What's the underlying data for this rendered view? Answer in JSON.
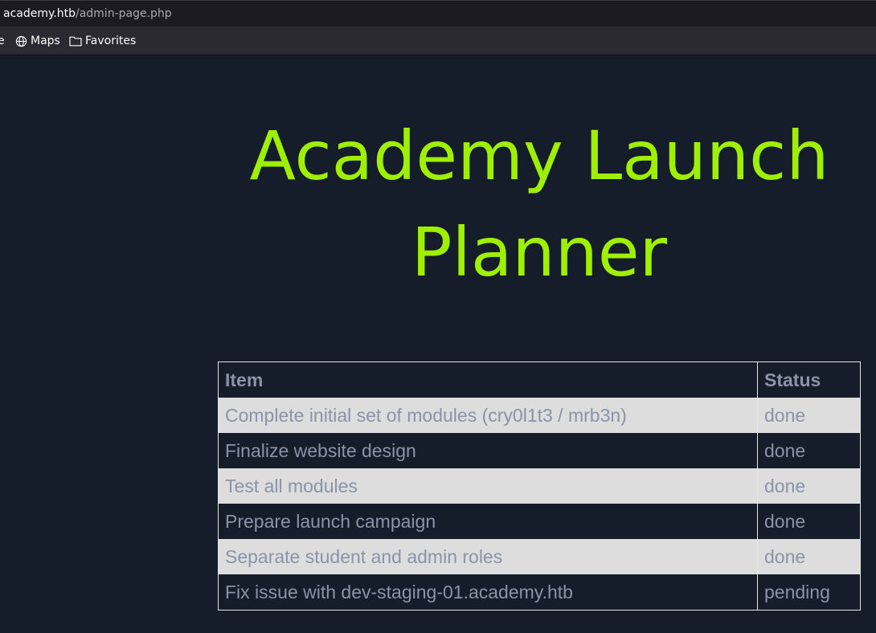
{
  "browser": {
    "url_host": "academy.htb",
    "url_path": "/admin-page.php",
    "bookmarks": {
      "cut_label": "e",
      "maps_label": "Maps",
      "favorites_label": "Favorites"
    }
  },
  "page": {
    "title": "Academy Launch Planner"
  },
  "table": {
    "headers": {
      "item": "Item",
      "status": "Status"
    },
    "rows": [
      {
        "item": "Complete initial set of modules (cry0l1t3 / mrb3n)",
        "status": "done"
      },
      {
        "item": "Finalize website design",
        "status": "done"
      },
      {
        "item": "Test all modules",
        "status": "done"
      },
      {
        "item": "Prepare launch campaign",
        "status": "done"
      },
      {
        "item": "Separate student and admin roles",
        "status": "done"
      },
      {
        "item": "Fix issue with dev-staging-01.academy.htb",
        "status": "pending"
      }
    ]
  },
  "colors": {
    "page_background": "#151d2b",
    "title": "#9fef00",
    "table_text": "#8b93a8",
    "striped_row": "#dddddd"
  }
}
